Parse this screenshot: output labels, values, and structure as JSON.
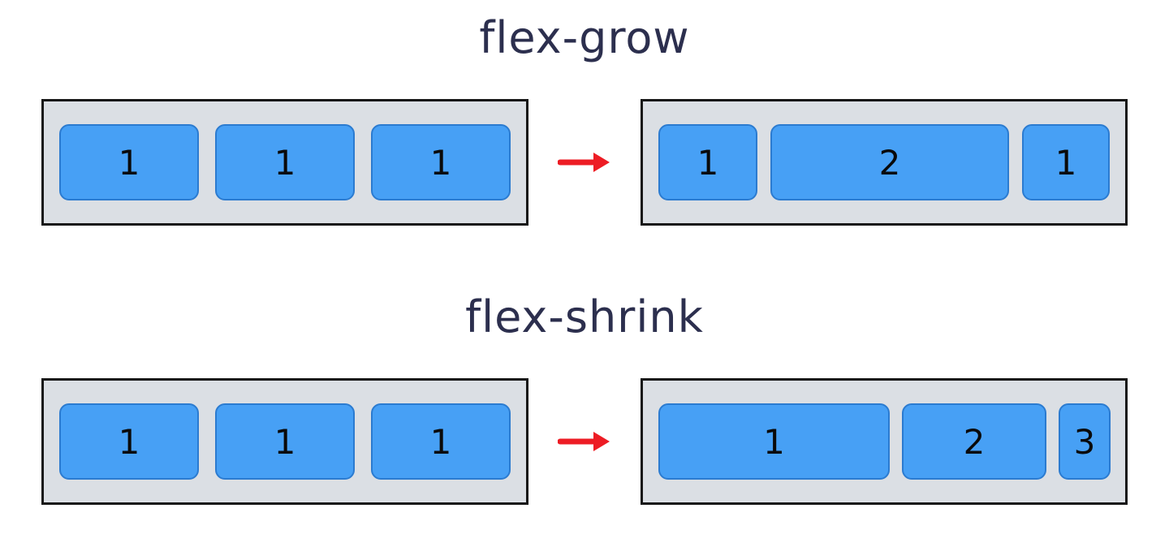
{
  "sections": [
    {
      "title": "flex-grow",
      "before": {
        "items": [
          "1",
          "1",
          "1"
        ]
      },
      "after": {
        "items": [
          "1",
          "2",
          "1"
        ]
      }
    },
    {
      "title": "flex-shrink",
      "before": {
        "items": [
          "1",
          "1",
          "1"
        ]
      },
      "after": {
        "items": [
          "1",
          "2",
          "3"
        ]
      }
    }
  ],
  "icons": {
    "arrow": "right-arrow"
  },
  "colors": {
    "title_navy": "#2c2f4e",
    "container_gray": "#dbdfe4",
    "container_border": "#161616",
    "item_blue": "#47a0f5",
    "item_border_blue": "#2b7bd0",
    "arrow_red": "#ed1c24",
    "number_black": "#0a0a0a",
    "background": "#ffffff"
  }
}
